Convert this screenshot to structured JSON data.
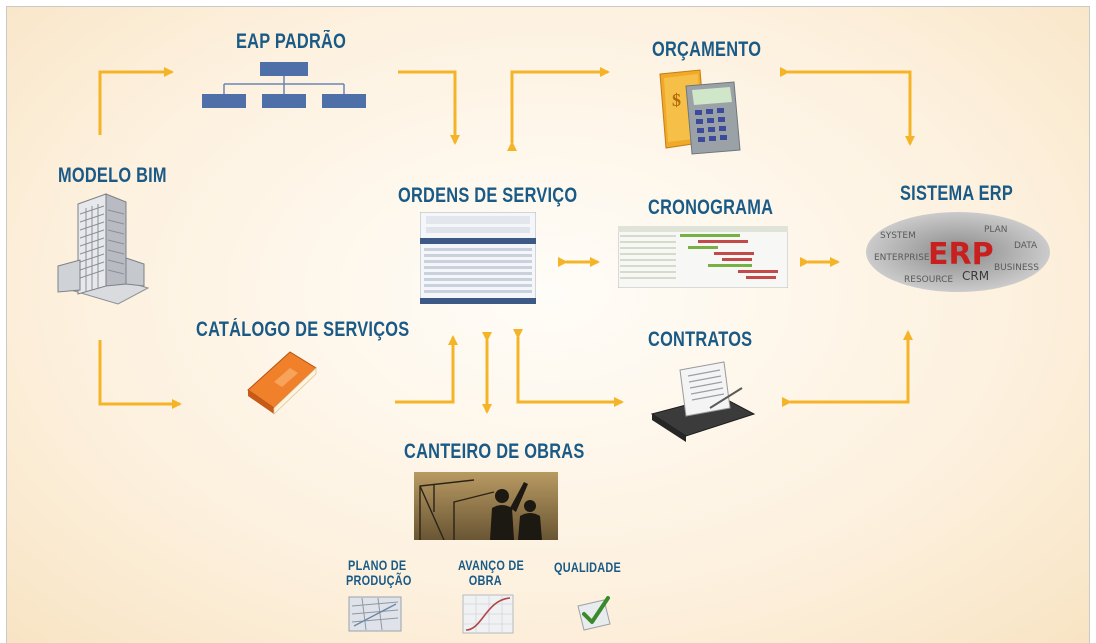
{
  "nodes": {
    "eap_padrao": "EAP PADRÃO",
    "orcamento": "ORÇAMENTO",
    "modelo_bim": "MODELO BIM",
    "ordens_servico": "ORDENS DE SERVIÇO",
    "cronograma": "CRONOGRAMA",
    "sistema_erp": "SISTEMA ERP",
    "catalogo_servicos": "CATÁLOGO DE SERVIÇOS",
    "contratos": "CONTRATOS",
    "canteiro_obras": "CANTEIRO DE OBRAS",
    "plano_producao": "PLANO DE\nPRODUÇÃO",
    "avanco_obra": "AVANÇO DE\nOBRA",
    "qualidade": "QUALIDADE"
  },
  "icon_labels": {
    "erp_text": "ERP",
    "crm_text": "CRM"
  },
  "icons": {
    "eap_padrao": "org-chart-icon",
    "orcamento": "calculator-icon",
    "modelo_bim": "building-model-icon",
    "ordens_servico": "table-screenshot-icon",
    "cronograma": "gantt-chart-icon",
    "sistema_erp": "erp-word-cloud-icon",
    "catalogo_servicos": "book-icon",
    "contratos": "contract-folder-icon",
    "canteiro_obras": "construction-site-photo-icon",
    "plano_producao": "plan-thumbnail-icon",
    "avanco_obra": "s-curve-thumbnail-icon",
    "qualidade": "checkmark-icon"
  },
  "colors": {
    "label": "#1a5a86",
    "arrow": "#f5b428",
    "background_center": "#fffdf8",
    "background_edge": "#f8e4c4"
  }
}
